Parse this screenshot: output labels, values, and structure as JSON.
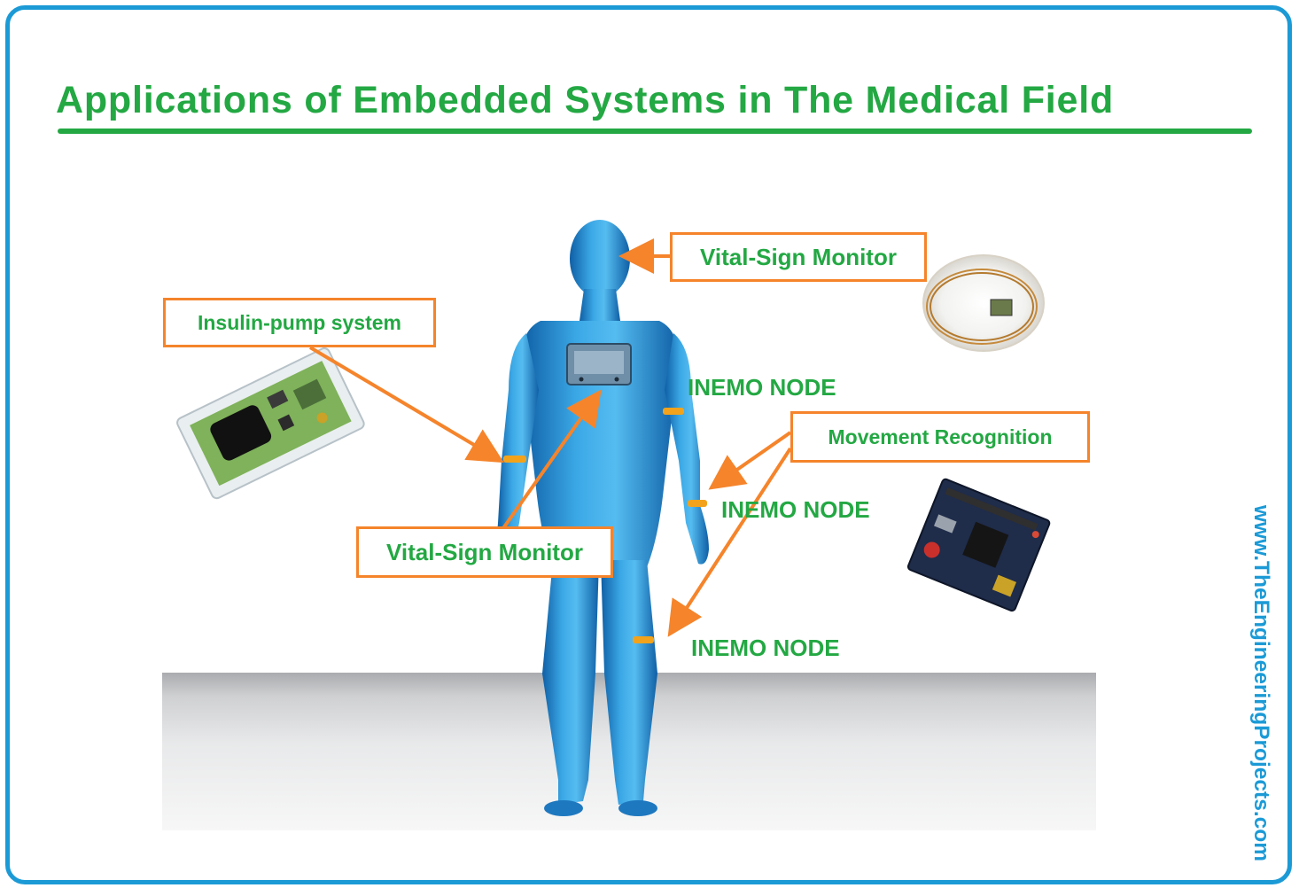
{
  "title": "Applications of Embedded Systems in The Medical Field",
  "labels": {
    "vital_sign_head": "Vital-Sign Monitor",
    "insulin_pump": "Insulin-pump system",
    "movement_recognition": "Movement Recognition",
    "vital_sign_chest": "Vital-Sign Monitor",
    "inemo_node_arm": "INEMO NODE",
    "inemo_node_wrist": "INEMO NODE",
    "inemo_node_knee": "INEMO NODE"
  },
  "watermark": "www.TheEngineeringProjects.com",
  "colors": {
    "frame": "#1b9ad6",
    "title": "#23a843",
    "box_border": "#f5842b",
    "arrow": "#f5842b",
    "body": "#2d8fd0",
    "sensor_band": "#f2a31b"
  }
}
